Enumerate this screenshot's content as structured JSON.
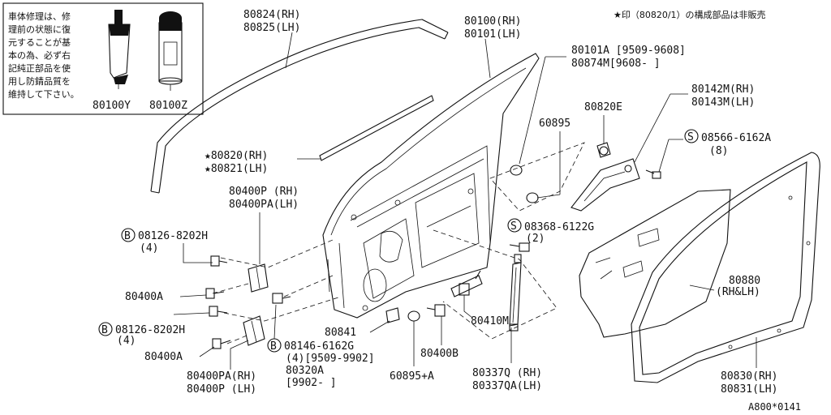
{
  "note_box": {
    "text_lines": [
      "車体修理は、修",
      "理前の状態に復",
      "元することが基",
      "本の為、必ず右",
      "記純正部品を使",
      "用し防錆品質を",
      "維持して下さい。"
    ],
    "part_a": "80100Y",
    "part_b": "80100Z"
  },
  "star_note": "★印（80820/1）の構成部品は非販売",
  "labels": {
    "moulding_rh": "80824(RH)",
    "moulding_lh": "80825(LH)",
    "door_rh": "80100(RH)",
    "door_lh": "80101(LH)",
    "door_alt_a": "80101A [9509-9608]",
    "door_alt_b": "80874M[9608-     ]",
    "weatherstrip_rh": "★80820(RH)",
    "weatherstrip_lh": "★80821(LH)",
    "plug_60895": "60895",
    "bracket_80820e": "80820E",
    "hinge_rh": "80142M(RH)",
    "hinge_lh": "80143M(LH)",
    "screw_s08566": "08566-6162A",
    "screw_s08566_qty": "(8)",
    "upper_hinge_p_rh": "80400P (RH)",
    "upper_hinge_pa_lh": "80400PA(LH)",
    "bolt_b08126_upper": "08126-8202H",
    "bolt_b08126_upper_qty": "(4)",
    "screw_s08368": "08368-6122G",
    "screw_s08368_qty": "(2)",
    "hinge_80400a_upper": "80400A",
    "bolt_b08126_lower": "08126-8202H",
    "bolt_b08126_lower_qty": "(4)",
    "hinge_80400a_lower": "80400A",
    "lower_hinge_pa_rh": "80400PA(RH)",
    "lower_hinge_p_lh": "80400P (LH)",
    "bolt_b08146": "08146-6162G",
    "bolt_b08146_qty": "(4)[9509-9902]",
    "part_80320a": "80320A",
    "part_80320a_range": "[9902-      ]",
    "part_80841": "80841",
    "part_60895a": "60895+A",
    "part_80400b": "80400B",
    "part_80410m": "80410M",
    "guide_rh": "80337Q (RH)",
    "guide_lh": "80337QA(LH)",
    "seal_80880": "80880",
    "seal_80880_side": "(RH&LH)",
    "seal_80830_rh": "80830(RH)",
    "seal_80831_lh": "80831(LH)",
    "diagram_code": "A800*0141"
  },
  "symbols": {
    "s_circle": "S",
    "b_circle": "B"
  }
}
